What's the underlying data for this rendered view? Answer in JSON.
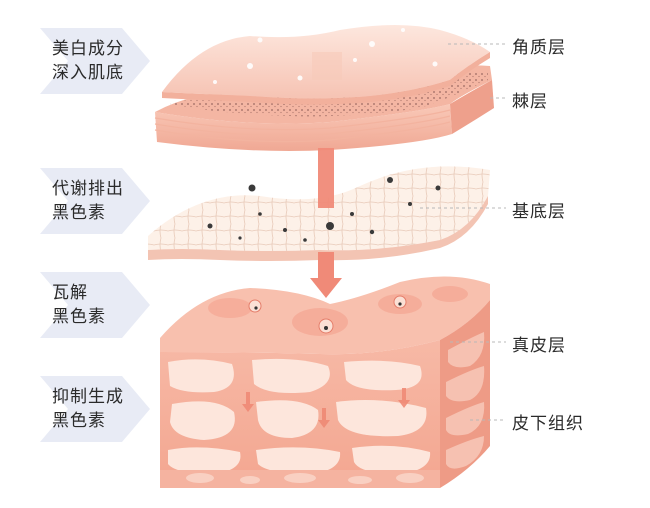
{
  "left_labels": [
    {
      "line1": "美白成分",
      "line2": "深入肌底"
    },
    {
      "line1": "代谢排出",
      "line2": "黑色素"
    },
    {
      "line1": "瓦解",
      "line2": "黑色素"
    },
    {
      "line1": "抑制生成",
      "line2": "黑色素"
    }
  ],
  "layer_labels": [
    "角质层",
    "棘层",
    "基底层",
    "真皮层",
    "皮下组织"
  ],
  "colors": {
    "chevron": "#e8ebf5",
    "skin_light": "#fbe3d7",
    "skin_mid": "#f5b8a3",
    "skin_dark": "#ea8f7b",
    "arrow": "#f08a78",
    "dashed_line": "#b8b8b8"
  }
}
